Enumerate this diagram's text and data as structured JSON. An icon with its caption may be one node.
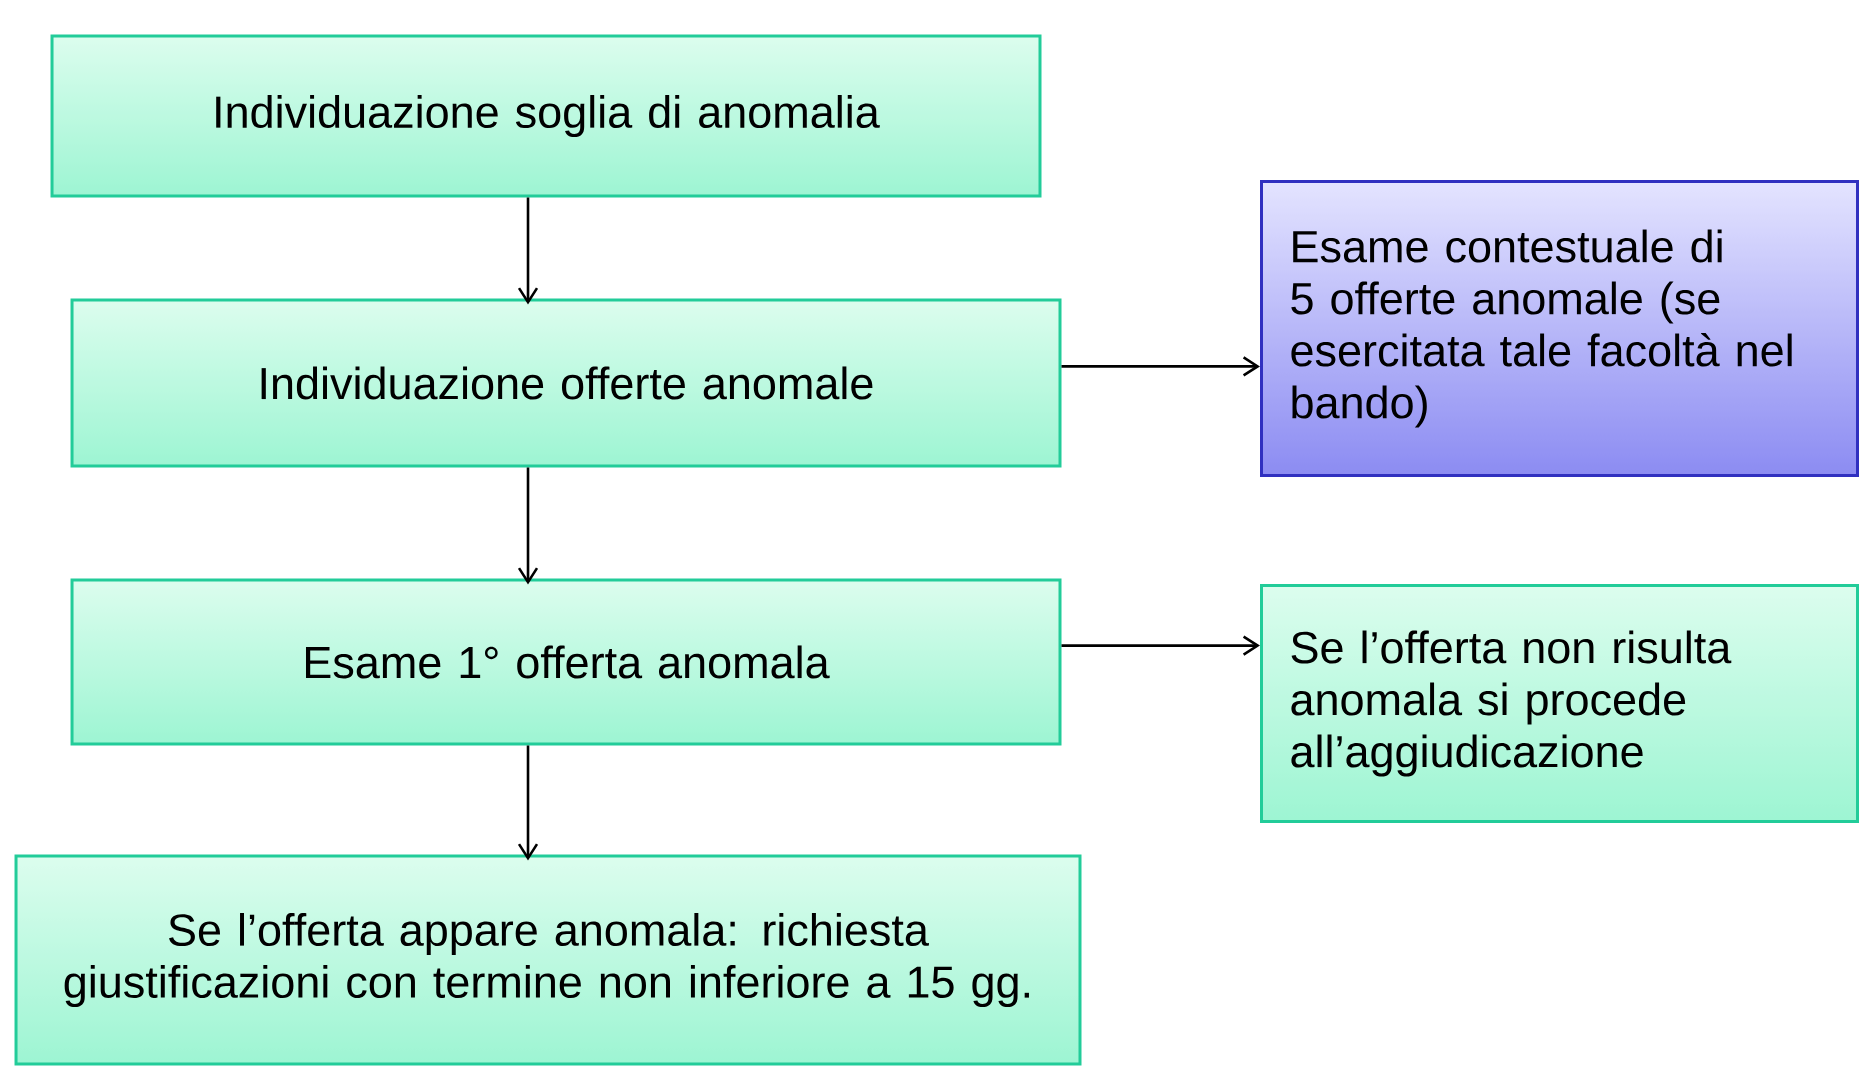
{
  "diagram": {
    "nodes": [
      {
        "text": [
          "Individuazione soglia di anomalia"
        ]
      },
      {
        "text": [
          "Individuazione offerte anomale"
        ]
      },
      {
        "text": [
          "Esame contestuale di 5 offerte anomale (se esercitata tale facoltà nel bando)"
        ]
      },
      {
        "text": [
          "Esame 1° offerta anomala"
        ]
      },
      {
        "text": [
          "Se l’offerta non risulta anomala si procede all’aggiudicazione"
        ]
      },
      {
        "text": [
          "Se l’offerta appare anomala: richiesta giustificazioni con termine non inferiore a 15 gg."
        ]
      }
    ],
    "edges": [
      {
        "from": 0,
        "to": 1,
        "arrow": "to"
      },
      {
        "from": 1,
        "to": 2,
        "arrow": "to"
      },
      {
        "from": 1,
        "to": 3,
        "arrow": "to"
      },
      {
        "from": 3,
        "to": 4,
        "arrow": "to"
      },
      {
        "from": 3,
        "to": 5,
        "arrow": "to"
      }
    ]
  }
}
